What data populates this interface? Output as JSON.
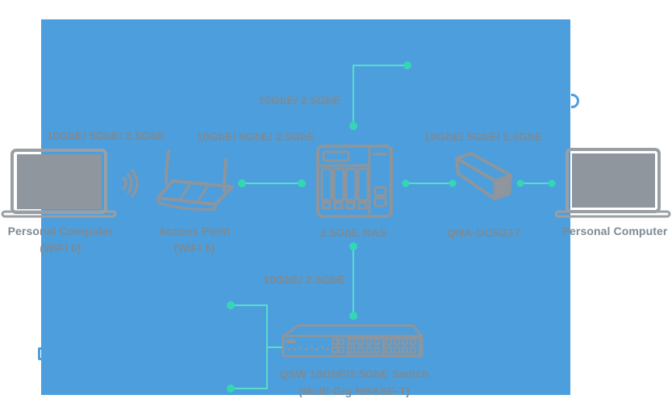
{
  "colors": {
    "panel_blue": "#4D9EDD",
    "connection_line_teal": "#56DFC8",
    "connection_node_teal": "#34D7B4",
    "device_outline_gray": "#8E959C",
    "device_fill_gray": "#8F969E",
    "label_gray": "#7D8A93"
  },
  "diagram": {
    "link_labels": {
      "pc_ap": "10GbE/ 5GbE/ 2.5GbE",
      "ap_nas": "10GbE/ 5GbE/ 2.5GbE",
      "nas_uplink": "10GbE/ 2.5GbE",
      "nas_adapter": "10GbE/ 5GbE/ 2.5GbE",
      "nas_switch": "10GbE/ 2.5GbE"
    },
    "devices": {
      "pc_left": {
        "name": "Personal Computer",
        "detail": "(WiFi 6)"
      },
      "access_point": {
        "name": "Access Point",
        "detail": "(WiFi 6)"
      },
      "nas": {
        "name": "2.5GbE NAS"
      },
      "adapter": {
        "name": "QNA-UC5G1T"
      },
      "pc_right": {
        "name": "Personal Computer"
      },
      "switch": {
        "name": "QSW 10GbE/2.5GbE Switch",
        "detail": "(Multi-Gig NBASE-T)"
      }
    }
  }
}
